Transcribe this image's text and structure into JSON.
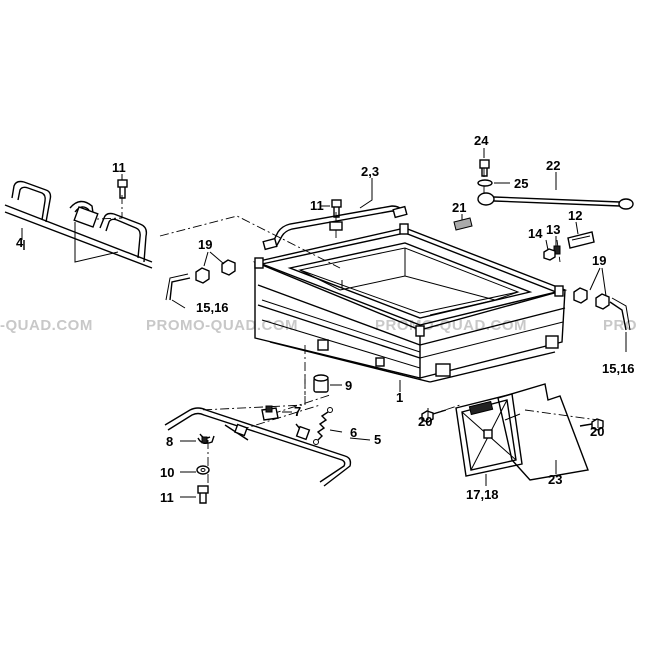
{
  "watermark": {
    "left": "-QUAD.COM",
    "center_left": "PROMO-QUAD.COM",
    "center_right": "PROMO-QUAD.COM",
    "right": "PRO"
  },
  "labels": {
    "p1": "1",
    "p2_3": "2,3",
    "p4": "4",
    "p5": "5",
    "p6": "6",
    "p7": "7",
    "p8": "8",
    "p9": "9",
    "p10": "10",
    "p11_top": "11",
    "p11_mid": "11",
    "p11_bot": "11",
    "p12": "12",
    "p13": "13",
    "p14": "14",
    "p15_16_left": "15,16",
    "p15_16_right": "15,16",
    "p17_18": "17,18",
    "p19_left": "19",
    "p19_right": "19",
    "p20_left": "20",
    "p20_right": "20",
    "p21": "21",
    "p22": "22",
    "p23": "23",
    "p24": "24",
    "p25": "25"
  }
}
